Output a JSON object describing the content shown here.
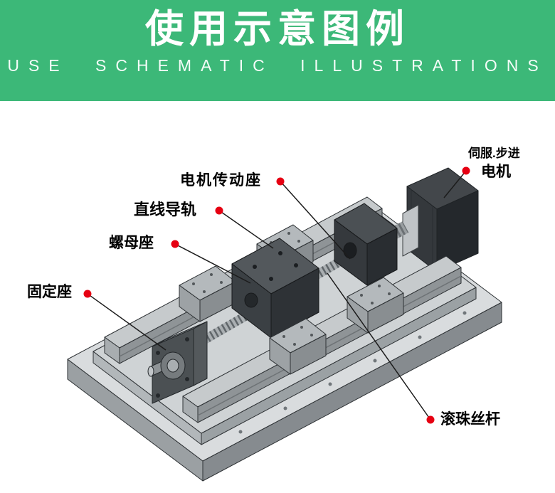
{
  "header": {
    "title": "使用示意图例",
    "subtitle": "USE SCHEMATIC ILLUSTRATIONS"
  },
  "callouts": {
    "fixed_mount": {
      "label": "固定座"
    },
    "nut_mount": {
      "label": "螺母座"
    },
    "linear_rail": {
      "label": "直线导轨"
    },
    "motor_drive_mount": {
      "label": "电机传动座"
    },
    "motor": {
      "label_line1": "伺服.步进",
      "label_line2": "电机"
    },
    "ball_screw": {
      "label": "滚珠丝杆"
    }
  },
  "colors": {
    "banner_green": "#3cb878",
    "callout_red": "#e60012"
  }
}
